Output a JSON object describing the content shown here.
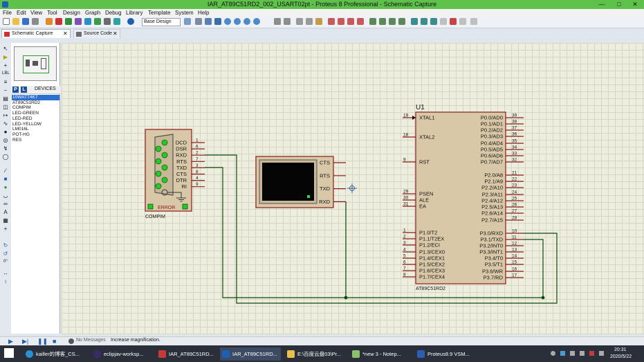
{
  "window": {
    "title": "IAR_AT89C51RD2_002_USART02pt - Proteus 8 Professional - Schematic Capture"
  },
  "menu": [
    "File",
    "Edit",
    "View",
    "Tool",
    "Design",
    "Graph",
    "Debug",
    "Library",
    "Template",
    "System",
    "Help"
  ],
  "toolbar": {
    "design_select": "Base Design"
  },
  "tabs": [
    {
      "label": "Schematic Capture"
    },
    {
      "label": "Source Code"
    }
  ],
  "devices": {
    "header": "DEVICES",
    "p_label": "P",
    "l_label": "L",
    "items": [
      "10WATT4K7",
      "AT89C51RD2",
      "COMPIM",
      "LED-GREEN",
      "LED-RED",
      "LED-YELLOW",
      "LM016L",
      "POT-HG",
      "RES"
    ],
    "selected_index": 0
  },
  "rotation_value": "0°",
  "schematic": {
    "compim": {
      "ref": "COMPIM",
      "error_label": "ERROR",
      "pins": [
        {
          "name": "DCD",
          "num": "1"
        },
        {
          "name": "DSR",
          "num": "6"
        },
        {
          "name": "RXD",
          "num": "2"
        },
        {
          "name": "RTS",
          "num": "7"
        },
        {
          "name": "TXD",
          "num": "3"
        },
        {
          "name": "CTS",
          "num": "8"
        },
        {
          "name": "DTR",
          "num": "4"
        },
        {
          "name": "RI",
          "num": "9"
        }
      ]
    },
    "terminal": {
      "pins": [
        "CTS",
        "RTS",
        "TXD",
        "RXD"
      ]
    },
    "mcu": {
      "ref": "U1",
      "part": "AT89C51RD2",
      "left_pins": [
        {
          "name": "XTAL1",
          "num": "19"
        },
        {
          "name": "XTAL2",
          "num": "18"
        },
        {
          "name": "RST",
          "num": "9"
        },
        {
          "name": "PSEN",
          "num": "29"
        },
        {
          "name": "ALE",
          "num": "30"
        },
        {
          "name": "EA",
          "num": "31"
        },
        {
          "name": "P1.0/T2",
          "num": "1"
        },
        {
          "name": "P1.1/T2EX",
          "num": "2"
        },
        {
          "name": "P1.2/ECI",
          "num": "3"
        },
        {
          "name": "P1.3/CEX0",
          "num": "4"
        },
        {
          "name": "P1.4/CEX1",
          "num": "5"
        },
        {
          "name": "P1.5/CEX2",
          "num": "6"
        },
        {
          "name": "P1.6/CEX3",
          "num": "7"
        },
        {
          "name": "P1.7/CEX4",
          "num": "8"
        }
      ],
      "right_pins": [
        {
          "name": "P0.0/AD0",
          "num": "39"
        },
        {
          "name": "P0.1/AD1",
          "num": "38"
        },
        {
          "name": "P0.2/AD2",
          "num": "37"
        },
        {
          "name": "P0.3/AD3",
          "num": "36"
        },
        {
          "name": "P0.4/AD4",
          "num": "35"
        },
        {
          "name": "P0.5/AD5",
          "num": "34"
        },
        {
          "name": "P0.6/AD6",
          "num": "33"
        },
        {
          "name": "P0.7/AD7",
          "num": "32"
        },
        {
          "name": "P2.0/A8",
          "num": "21"
        },
        {
          "name": "P2.1/A9",
          "num": "22"
        },
        {
          "name": "P2.2/A10",
          "num": "23"
        },
        {
          "name": "P2.3/A11",
          "num": "24"
        },
        {
          "name": "P2.4/A12",
          "num": "25"
        },
        {
          "name": "P2.5/A13",
          "num": "26"
        },
        {
          "name": "P2.6/A14",
          "num": "27"
        },
        {
          "name": "P2.7/A15",
          "num": "28"
        },
        {
          "name": "P3.0/RXD",
          "num": "10"
        },
        {
          "name": "P3.1/TXD",
          "num": "11"
        },
        {
          "name": "P3.2/INT0",
          "num": "12"
        },
        {
          "name": "P3.3/INT1",
          "num": "13"
        },
        {
          "name": "P3.4/T0",
          "num": "14"
        },
        {
          "name": "P3.5/T1",
          "num": "15"
        },
        {
          "name": "P3.6/WR",
          "num": "16"
        },
        {
          "name": "P3.7/RD",
          "num": "17"
        }
      ]
    }
  },
  "statusbar": {
    "messages": "No Messages",
    "status": "Increase magnification."
  },
  "taskbar": {
    "items": [
      "kailler的博客_CS...",
      "eclipjav-worksp...",
      "IAR_AT89C51RD...",
      "IAR_AT89C51RD...",
      "E:\\百度云盘03\\Pr...",
      "*new 3 - Notep...",
      "Proteus8.9 VSM..."
    ],
    "time": "20:31",
    "date": "2020/5/22"
  },
  "colors": {
    "titlebar": "#5ec24a",
    "canvas": "#eeeede",
    "component_fill": "#d8c8a8",
    "component_stroke": "#8b1a1a",
    "wire": "#0b4a0b",
    "led_green": "#22c922"
  }
}
